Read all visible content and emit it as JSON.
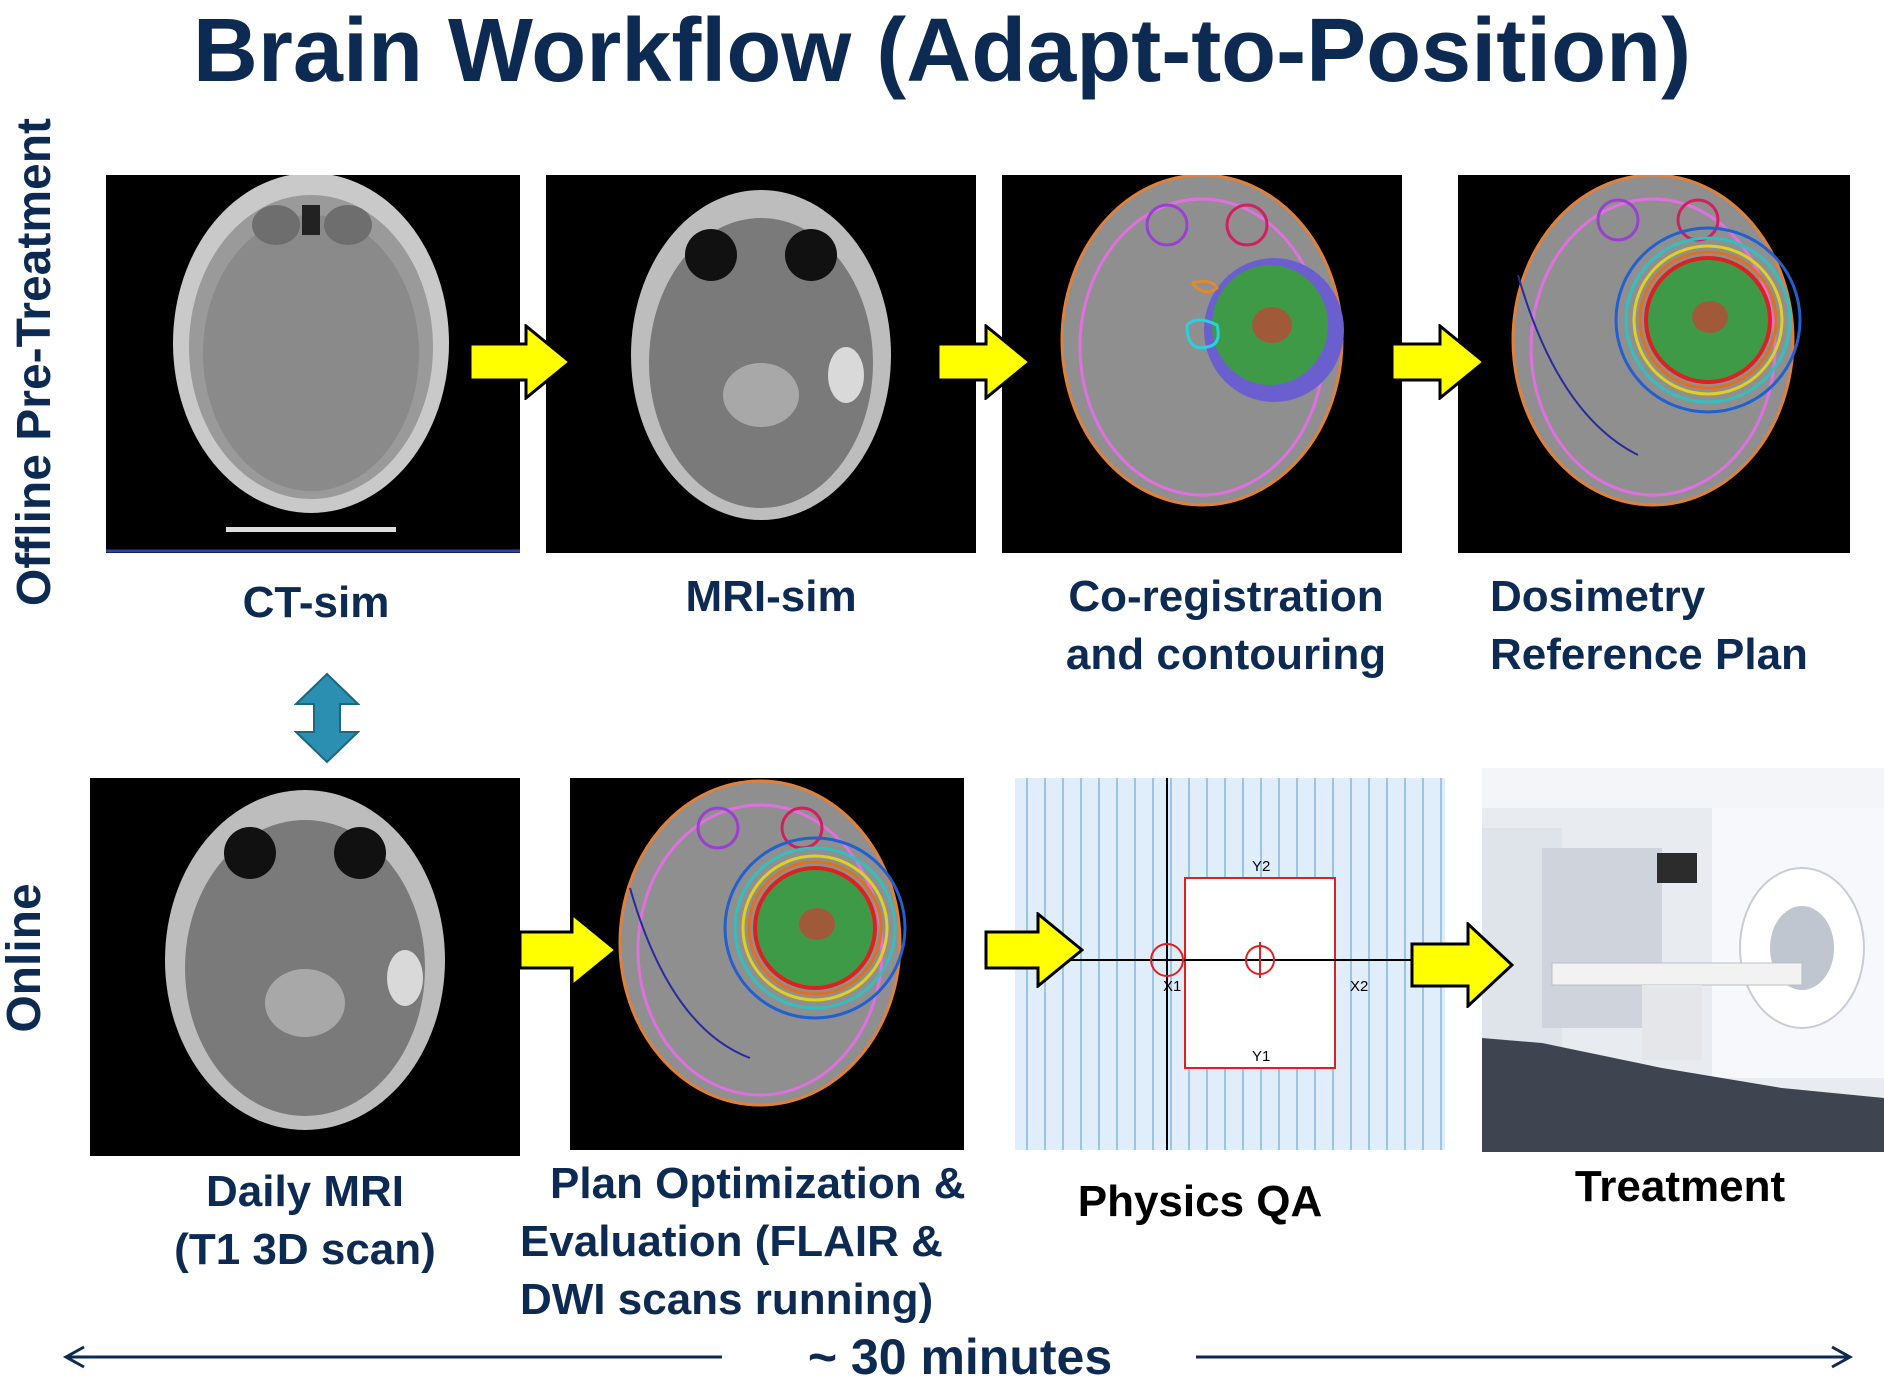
{
  "title": "Brain Workflow (Adapt-to-Position)",
  "rows": {
    "offline": "Offline Pre-Treatment",
    "online": "Online"
  },
  "steps": {
    "ct_sim": "CT-sim",
    "mri_sim": "MRI-sim",
    "coreg": [
      "Co-registration",
      "and contouring"
    ],
    "dosimetry": [
      "Dosimetry",
      "Reference Plan"
    ],
    "daily_mri": [
      "Daily MRI",
      "(T1 3D scan)"
    ],
    "plan_opt": [
      "Plan Optimization &",
      "Evaluation (FLAIR &",
      "DWI scans running)"
    ],
    "physics_qa": "Physics QA",
    "treatment": "Treatment"
  },
  "qa_labels": {
    "y1": "Y1",
    "y2": "Y2",
    "x1": "X1",
    "x2": "X2"
  },
  "timeline": "~ 30 minutes",
  "colors": {
    "title": "#0d2b52",
    "arrow_fill": "#ffff00",
    "double_arrow": "#2a8fb0"
  }
}
